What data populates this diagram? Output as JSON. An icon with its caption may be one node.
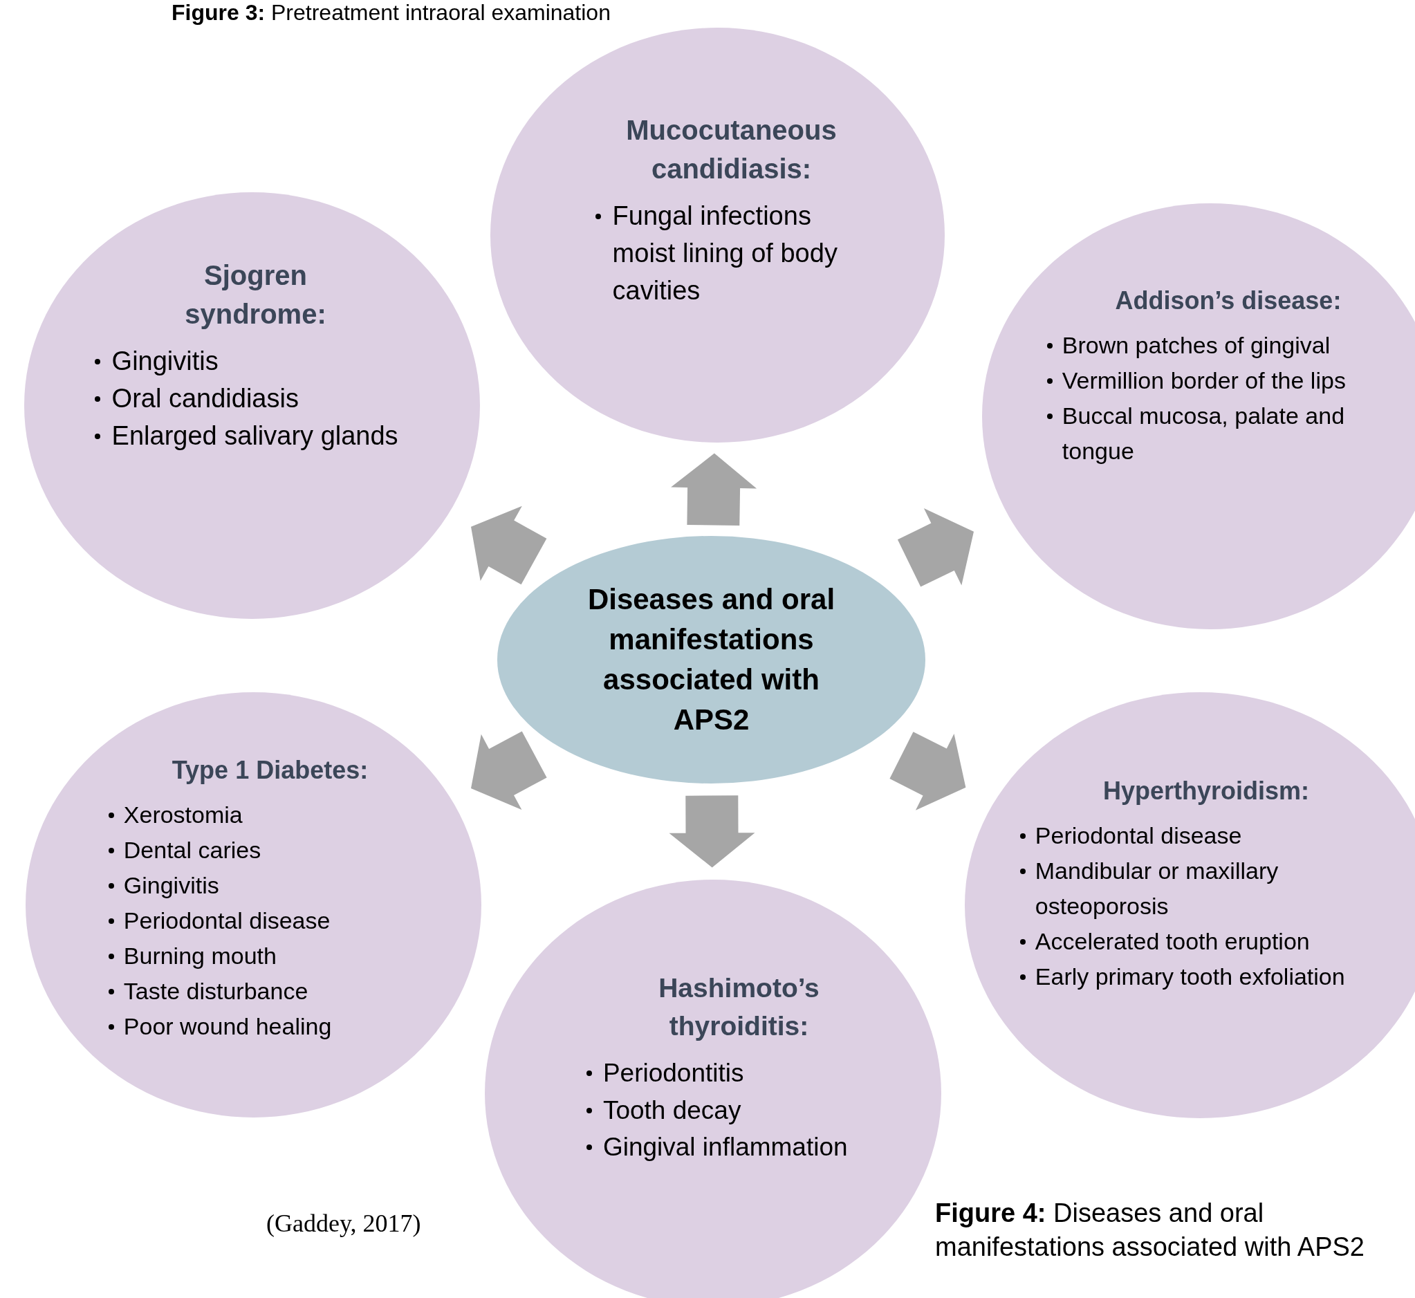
{
  "diagram": {
    "caption": "**Figure 4:** Diseases and oral manifestations associated with APS2",
    "nodes": [
      {
        "text": [
          "Mucocutaneous candidiasis:",
          "Fungal infections moist lining of body cavities"
        ]
      },
      {
        "text": [
          "Sjogren syndrome:",
          "Gingivitis",
          "Oral candidiasis",
          "Enlarged salivary glands"
        ]
      },
      {
        "text": [
          "Addison’s disease:",
          "Brown patches of gingival",
          "Vermillion border of the lips",
          "Buccal mucosa, palate and tongue"
        ]
      },
      {
        "text": [
          "Diseases and oral manifestations associated with APS2"
        ]
      },
      {
        "text": [
          "Type 1 Diabetes:",
          "Xerostomia",
          "Dental caries",
          "Gingivitis",
          "Periodontal disease",
          "Burning mouth",
          "Taste disturbance",
          "Poor wound healing"
        ]
      },
      {
        "text": [
          "Hyperthyroidism:",
          "Periodontal disease",
          "Mandibular or maxillary osteoporosis",
          "Accelerated tooth eruption",
          "Early primary tooth exfoliation"
        ]
      },
      {
        "text": [
          "Hashimoto’s thyroiditis:",
          "Periodontitis",
          "Tooth decay",
          "Gingival inflammation"
        ]
      }
    ],
    "edges": [
      {
        "from": 3,
        "to": 0,
        "arrow": "to",
        "style": "thick"
      },
      {
        "from": 3,
        "to": 1,
        "arrow": "to",
        "style": "thick"
      },
      {
        "from": 3,
        "to": 2,
        "arrow": "to",
        "style": "thick"
      },
      {
        "from": 3,
        "to": 4,
        "arrow": "to",
        "style": "thick"
      },
      {
        "from": 3,
        "to": 5,
        "arrow": "to",
        "style": "thick"
      },
      {
        "from": 3,
        "to": 6,
        "arrow": "to",
        "style": "thick"
      }
    ],
    "labels": [
      "**Figure 3:** Pretreatment intraoral examination",
      "(Gaddey, 2017)"
    ]
  }
}
